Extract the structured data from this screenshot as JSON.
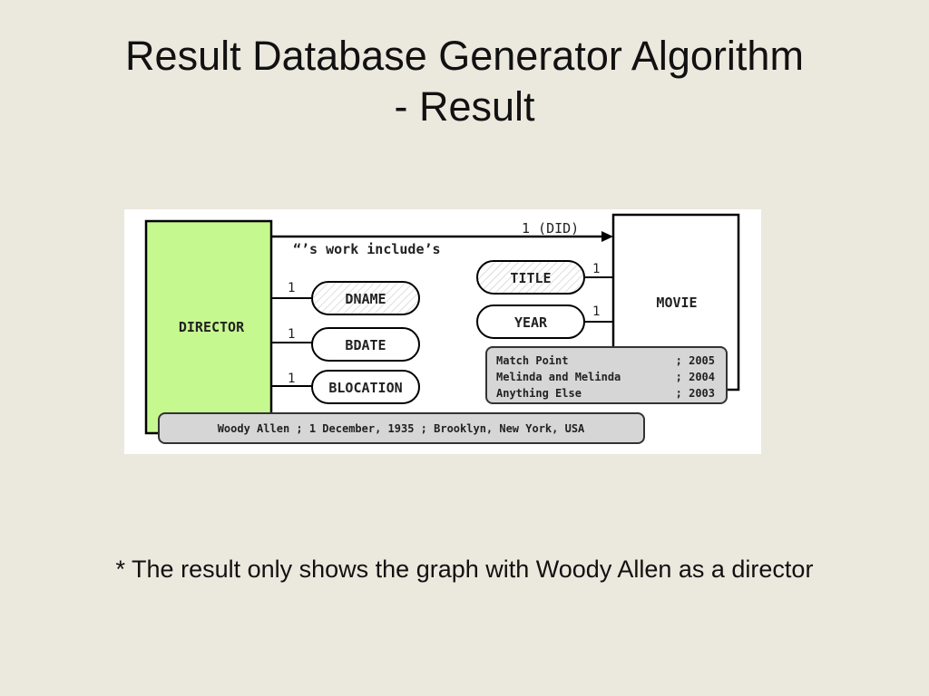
{
  "slide": {
    "title_line1": "Result Database Generator Algorithm",
    "title_line2": "- Result",
    "footnote": "* The result only shows the graph with Woody Allen as a director"
  },
  "diagram": {
    "entities": {
      "director": "DIRECTOR",
      "movie": "MOVIE"
    },
    "relationship": {
      "label": "1 (DID)",
      "phrase": "“’s work include’s"
    },
    "director_attributes": [
      {
        "name": "DNAME",
        "cardinality": "1"
      },
      {
        "name": "BDATE",
        "cardinality": "1"
      },
      {
        "name": "BLOCATION",
        "cardinality": "1"
      }
    ],
    "movie_attributes": [
      {
        "name": "TITLE",
        "cardinality": "1"
      },
      {
        "name": "YEAR",
        "cardinality": "1"
      }
    ],
    "movies_box": [
      {
        "title": "Match Point",
        "year": "; 2005"
      },
      {
        "title": "Melinda and Melinda",
        "year": "; 2004"
      },
      {
        "title": "Anything Else",
        "year": "; 2003"
      }
    ],
    "director_box": "Woody Allen ; 1 December, 1935 ; Brooklyn, New York, USA",
    "colors": {
      "director_fill": "#c6f890",
      "result_box_fill": "#d6d6d6",
      "hatch": "#c8c8c8"
    }
  }
}
